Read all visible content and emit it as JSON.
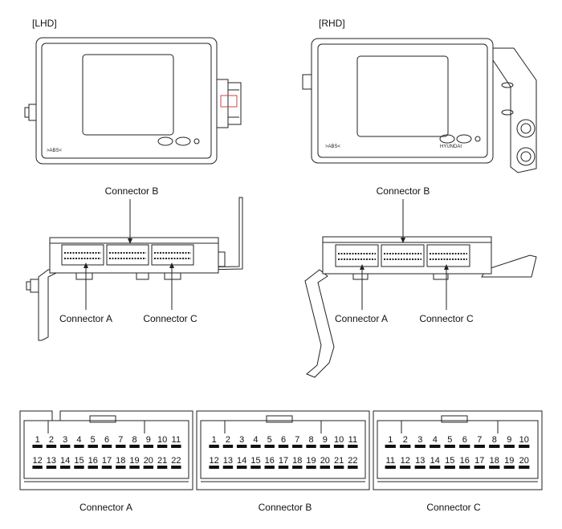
{
  "views": {
    "lhd_label": "[LHD]",
    "rhd_label": "[RHD]",
    "unit_marking": ">ABS<",
    "bracket_marking": "HYUNDAI"
  },
  "callouts": {
    "lhd": {
      "a": "Connector A",
      "b": "Connector B",
      "c": "Connector C"
    },
    "rhd": {
      "a": "Connector A",
      "b": "Connector B",
      "c": "Connector C"
    }
  },
  "connectors": [
    {
      "name": "Connector A",
      "top": [
        "1",
        "2",
        "3",
        "4",
        "5",
        "6",
        "7",
        "8",
        "9",
        "10",
        "11"
      ],
      "bottom": [
        "12",
        "13",
        "14",
        "15",
        "16",
        "17",
        "18",
        "19",
        "20",
        "21",
        "22"
      ]
    },
    {
      "name": "Connector B",
      "top": [
        "1",
        "2",
        "3",
        "4",
        "5",
        "6",
        "7",
        "8",
        "9",
        "10",
        "11"
      ],
      "bottom": [
        "12",
        "13",
        "14",
        "15",
        "16",
        "17",
        "18",
        "19",
        "20",
        "21",
        "22"
      ]
    },
    {
      "name": "Connector C",
      "top": [
        "1",
        "2",
        "3",
        "4",
        "5",
        "6",
        "7",
        "8",
        "9",
        "10"
      ],
      "bottom": [
        "11",
        "12",
        "13",
        "14",
        "15",
        "16",
        "17",
        "18",
        "19",
        "20"
      ]
    }
  ]
}
